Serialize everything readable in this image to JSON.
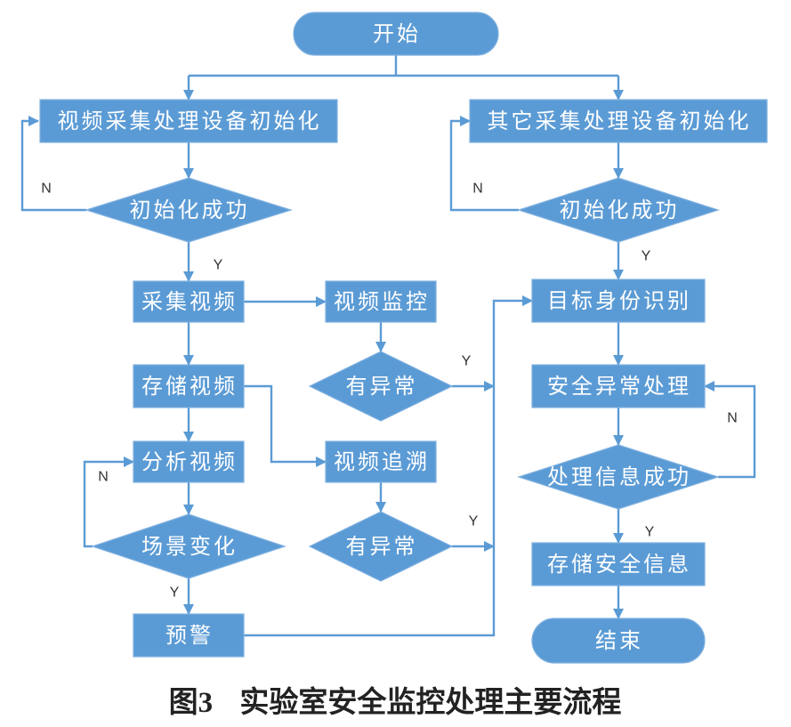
{
  "start": "开始",
  "end": "结束",
  "left": {
    "init": "视频采集处理设备初始化",
    "init_check": "初始化成功",
    "capture": "采集视频",
    "store": "存储视频",
    "analyze": "分析视频",
    "scene_change": "场景变化",
    "alert": "预警",
    "monitor": "视频监控",
    "monitor_check": "有异常",
    "trace": "视频追溯",
    "trace_check": "有异常"
  },
  "right": {
    "init": "其它采集处理设备初始化",
    "init_check": "初始化成功",
    "identify": "目标身份识别",
    "handle": "安全异常处理",
    "handle_check": "处理信息成功",
    "store": "存储安全信息"
  },
  "edge_labels": {
    "left_init_no": "N",
    "left_init_yes": "Y",
    "monitor_yes": "Y",
    "trace_yes": "Y",
    "scene_no": "N",
    "scene_yes": "Y",
    "right_init_no": "N",
    "right_init_yes": "Y",
    "handle_no": "N",
    "handle_yes": "Y"
  },
  "caption": {
    "figure": "图3",
    "title": "实验室安全监控处理主要流程"
  },
  "colors": {
    "node": "#5b9bd5",
    "node_text": "#ffffff",
    "edge": "#5b9bd5",
    "label": "#333333"
  }
}
